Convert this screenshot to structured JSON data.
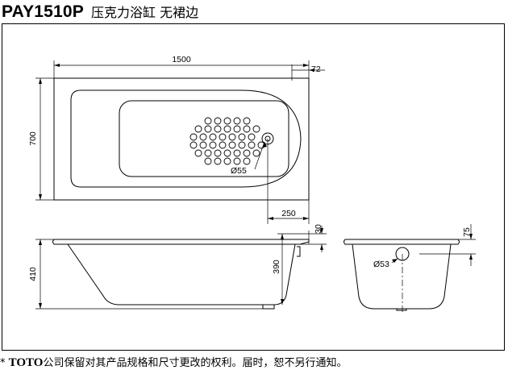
{
  "header": {
    "model": "PAY1510P",
    "subtitle": "压克力浴缸  无裙边"
  },
  "dimensions": {
    "length": "1500",
    "rim_offset": "72",
    "width": "700",
    "drain_diameter_top": "Ø55",
    "drain_offset": "250",
    "rim_height": "30",
    "total_height": "410",
    "inner_depth": "390",
    "end_rim_height": "75",
    "drain_diameter_end": "Ø53"
  },
  "footer": {
    "mark": "*",
    "brand": "TOTO",
    "notice": "公司保留对其产品规格和尺寸更改的权利。届时，恕不另行通知。"
  }
}
